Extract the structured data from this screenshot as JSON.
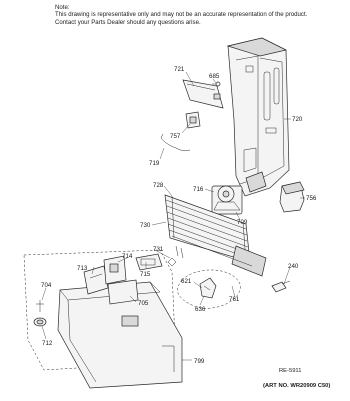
{
  "note": {
    "heading": "Note:",
    "line1": "This drawing is representative only and may not be an accurate representation of the product.",
    "line2": "Contact your Parts Dealer should any questions arise."
  },
  "parts": {
    "p721": "721",
    "p685": "685",
    "p720": "720",
    "p757": "757",
    "p719": "719",
    "p728": "728",
    "p716": "716",
    "p756": "756",
    "p730": "730",
    "p709": "709",
    "p731": "731",
    "p240": "240",
    "p713": "713",
    "p714": "714",
    "p715": "715",
    "p704": "704",
    "p705": "705",
    "p621": "621",
    "p761": "761",
    "p636": "636",
    "p712": "712",
    "p799": "799"
  },
  "footer": {
    "ref_code": "RE-5911",
    "art_no": "(ART NO. WR20909 C50)"
  }
}
